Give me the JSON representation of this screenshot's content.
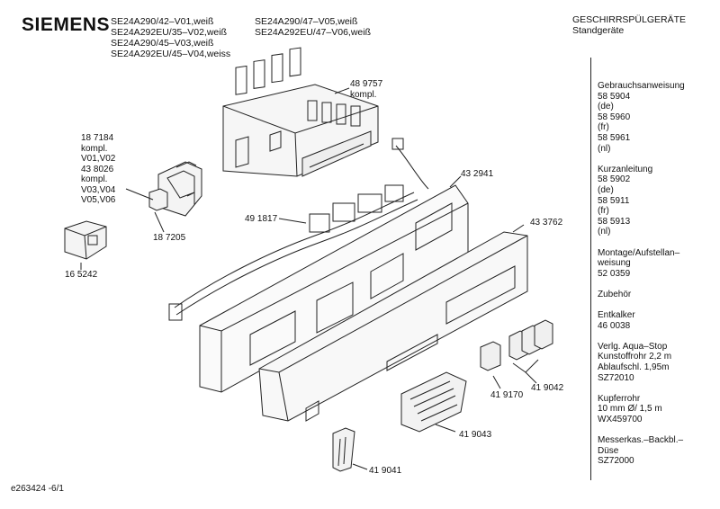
{
  "brand": "SIEMENS",
  "models_col1": [
    "SE24A290/42–V01,weiß",
    "SE24A292EU/35–V02,weiß",
    "SE24A290/45–V03,weiß",
    "SE24A292EU/45–V04,weiss"
  ],
  "models_col2": [
    "SE24A290/47–V05,weiß",
    "SE24A292EU/47–V06,weiß"
  ],
  "title": {
    "line1": "GESCHIRRSPÜLGERÄTE",
    "line2": "Standgeräte"
  },
  "side_groups": [
    [
      "Gebrauchsanweisung",
      "58 5904",
      "(de)",
      "58 5960",
      "(fr)",
      "58 5961",
      "(nl)"
    ],
    [
      "Kurzanleitung",
      "58 5902",
      "(de)",
      "58 5911",
      "(fr)",
      "58 5913",
      "(nl)"
    ],
    [
      "Montage/Aufstellan–",
      "weisung",
      "52 0359"
    ],
    [
      "Zubehör"
    ],
    [
      "Entkalker",
      "46 0038"
    ],
    [
      "Verlg. Aqua–Stop",
      "Kunstoffrohr 2,2 m",
      "Ablaufschl. 1,95m",
      "SZ72010"
    ],
    [
      "Kupferrohr",
      "10 mm Ø/ 1,5 m",
      "WX459700"
    ],
    [
      "Messerkas.–Backbl.–",
      "Düse",
      "SZ72000"
    ]
  ],
  "part_labels": {
    "p489757": [
      "48 9757",
      "kompl."
    ],
    "p187184": [
      "18 7184",
      "kompl.",
      "V01,V02",
      "43 8026",
      "kompl.",
      "V03,V04",
      "V05,V06"
    ],
    "p187205": [
      "18 7205"
    ],
    "p165242": [
      "16 5242"
    ],
    "p491817": [
      "49 1817"
    ],
    "p432941": [
      "43 2941"
    ],
    "p433762": [
      "43 3762"
    ],
    "p419170": [
      "41 9170"
    ],
    "p419042": [
      "41 9042"
    ],
    "p419043": [
      "41 9043"
    ],
    "p419041": [
      "41 9041"
    ]
  },
  "footer": "e263424 -6/1"
}
